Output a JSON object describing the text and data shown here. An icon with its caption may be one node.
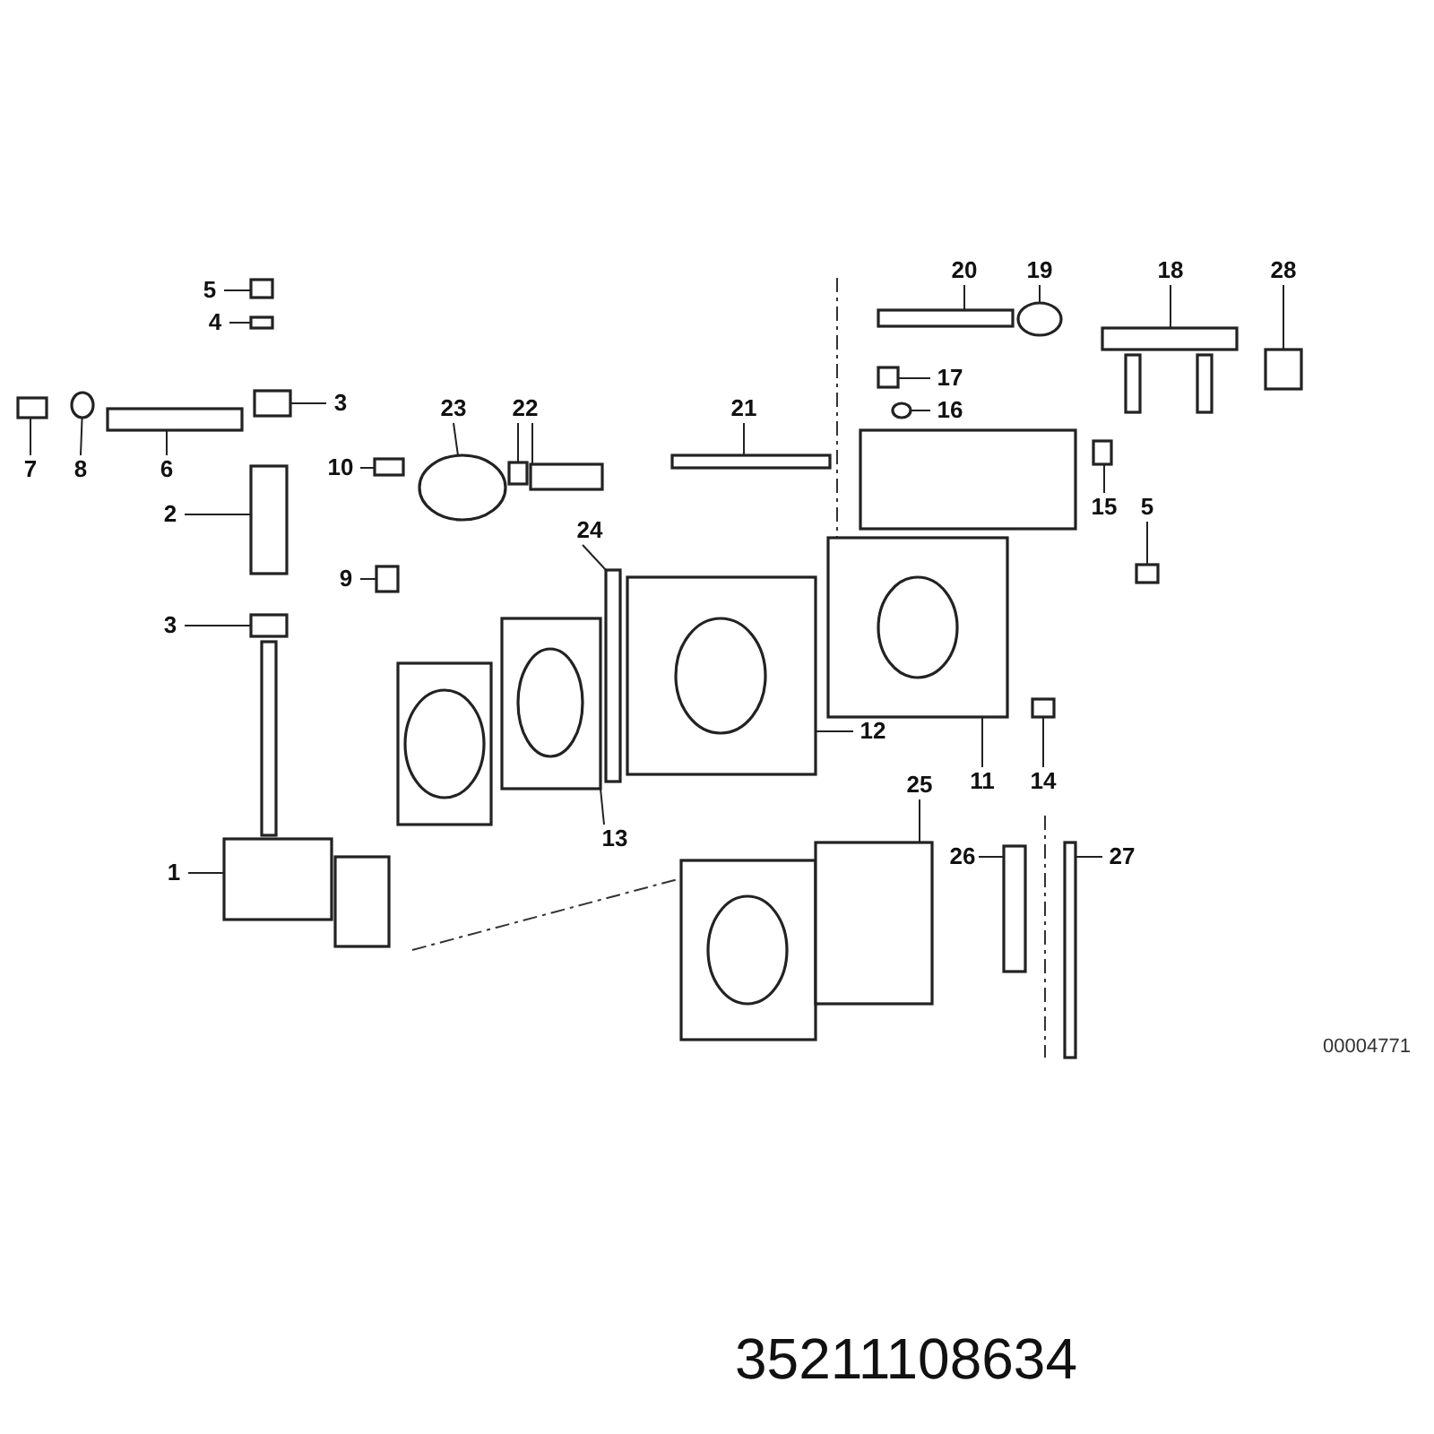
{
  "diagram": {
    "nodes": [
      {
        "text": [
          "5"
        ]
      },
      {
        "text": [
          "4"
        ]
      },
      {
        "text": [
          "7"
        ]
      },
      {
        "text": [
          "8"
        ]
      },
      {
        "text": [
          "6"
        ]
      },
      {
        "text": [
          "3"
        ]
      },
      {
        "text": [
          "2"
        ]
      },
      {
        "text": [
          "3"
        ]
      },
      {
        "text": [
          "1"
        ]
      },
      {
        "text": [
          "10"
        ]
      },
      {
        "text": [
          "9"
        ]
      },
      {
        "text": [
          "23"
        ]
      },
      {
        "text": [
          "22"
        ]
      },
      {
        "text": [
          "24"
        ]
      },
      {
        "text": [
          "13"
        ]
      },
      {
        "text": [
          "12"
        ]
      },
      {
        "text": [
          "21"
        ]
      },
      {
        "text": [
          "20"
        ]
      },
      {
        "text": [
          "19"
        ]
      },
      {
        "text": [
          "18"
        ]
      },
      {
        "text": [
          "28"
        ]
      },
      {
        "text": [
          "17"
        ]
      },
      {
        "text": [
          "16"
        ]
      },
      {
        "text": [
          "15"
        ]
      },
      {
        "text": [
          "5"
        ]
      },
      {
        "text": [
          "11"
        ]
      },
      {
        "text": [
          "14"
        ]
      },
      {
        "text": [
          "25"
        ]
      },
      {
        "text": [
          "26"
        ]
      },
      {
        "text": [
          "27"
        ]
      },
      {
        "text": [],
        "shape": "box"
      },
      {
        "text": [],
        "shape": "box"
      },
      {
        "text": [],
        "shape": "box"
      },
      {
        "text": [],
        "shape": "circle"
      },
      {
        "text": [],
        "shape": "box"
      },
      {
        "text": [],
        "shape": "box"
      },
      {
        "text": [],
        "shape": "box"
      },
      {
        "text": [],
        "shape": "box"
      },
      {
        "text": [],
        "shape": "box"
      },
      {
        "text": [],
        "shape": "box"
      },
      {
        "text": [],
        "shape": "box"
      },
      {
        "text": [],
        "shape": "circle"
      },
      {
        "text": [],
        "shape": "box"
      },
      {
        "text": [],
        "shape": "box"
      },
      {
        "text": [],
        "shape": "box"
      },
      {
        "text": [],
        "shape": "box"
      },
      {
        "text": [],
        "shape": "box"
      },
      {
        "text": [],
        "shape": "box"
      },
      {
        "text": [],
        "shape": "box"
      },
      {
        "text": [],
        "shape": "circle"
      },
      {
        "text": [],
        "shape": "box"
      },
      {
        "text": [],
        "shape": "box"
      },
      {
        "text": [],
        "shape": "box"
      },
      {
        "text": [],
        "shape": "circle"
      },
      {
        "text": [],
        "shape": "box"
      },
      {
        "text": [],
        "shape": "box"
      },
      {
        "text": [],
        "shape": "box"
      },
      {
        "text": [],
        "shape": "box"
      },
      {
        "text": [],
        "shape": "box"
      },
      {
        "text": [],
        "shape": "box"
      },
      {
        "text": [],
        "shape": "box"
      }
    ],
    "edges": [
      {
        "from": 0,
        "to": 30,
        "arrow": "none"
      },
      {
        "from": 1,
        "to": 31,
        "arrow": "none"
      },
      {
        "from": 2,
        "to": 32,
        "arrow": "none"
      },
      {
        "from": 3,
        "to": 33,
        "arrow": "none"
      },
      {
        "from": 4,
        "to": 34,
        "arrow": "none"
      },
      {
        "from": 5,
        "to": 35,
        "arrow": "none"
      },
      {
        "from": 6,
        "to": 36,
        "arrow": "none"
      },
      {
        "from": 7,
        "to": 37,
        "arrow": "none"
      },
      {
        "from": 8,
        "to": 38,
        "arrow": "none"
      },
      {
        "from": 9,
        "to": 39,
        "arrow": "none"
      },
      {
        "from": 10,
        "to": 40,
        "arrow": "none"
      },
      {
        "from": 11,
        "to": 41,
        "arrow": "none"
      },
      {
        "from": 12,
        "to": 42,
        "arrow": "none"
      },
      {
        "from": 12,
        "to": 43,
        "arrow": "none"
      },
      {
        "from": 13,
        "to": 44,
        "arrow": "none"
      },
      {
        "from": 14,
        "to": 45,
        "arrow": "none"
      },
      {
        "from": 15,
        "to": 46,
        "arrow": "none"
      },
      {
        "from": 16,
        "to": 47,
        "arrow": "none"
      },
      {
        "from": 17,
        "to": 48,
        "arrow": "none"
      },
      {
        "from": 18,
        "to": 49,
        "arrow": "none"
      },
      {
        "from": 19,
        "to": 50,
        "arrow": "none"
      },
      {
        "from": 20,
        "to": 51,
        "arrow": "none"
      },
      {
        "from": 21,
        "to": 52,
        "arrow": "none"
      },
      {
        "from": 22,
        "to": 53,
        "arrow": "none"
      },
      {
        "from": 23,
        "to": 54,
        "arrow": "none"
      },
      {
        "from": 24,
        "to": 55,
        "arrow": "none"
      },
      {
        "from": 25,
        "to": 56,
        "arrow": "none"
      },
      {
        "from": 26,
        "to": 57,
        "arrow": "none"
      },
      {
        "from": 27,
        "to": 58,
        "arrow": "none"
      },
      {
        "from": 28,
        "to": 59,
        "arrow": "none"
      },
      {
        "from": 29,
        "to": 60,
        "arrow": "none"
      }
    ],
    "labels": [
      "00004771",
      "35211108634"
    ]
  }
}
